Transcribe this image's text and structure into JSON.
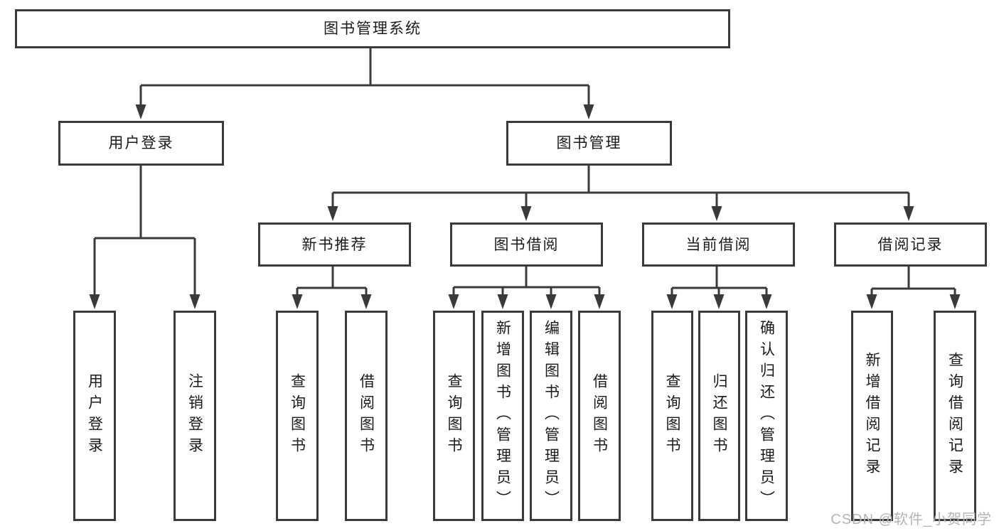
{
  "diagram": {
    "type": "hierarchy",
    "colors": {
      "line": "#3a3a3a",
      "text": "#1a1a1a",
      "background": "#ffffff",
      "watermark": "#b4b4b4"
    }
  },
  "tree": {
    "label": "图书管理系统",
    "children": [
      {
        "label": "用户登录",
        "children": [
          {
            "label": "用户登录"
          },
          {
            "label": "注销登录"
          }
        ]
      },
      {
        "label": "图书管理",
        "children": [
          {
            "label": "新书推荐",
            "children": [
              {
                "label": "查询图书"
              },
              {
                "label": "借阅图书"
              }
            ]
          },
          {
            "label": "图书借阅",
            "children": [
              {
                "label": "查询图书"
              },
              {
                "label": "新增图书（管理员）"
              },
              {
                "label": "编辑图书（管理员）"
              },
              {
                "label": "借阅图书"
              }
            ]
          },
          {
            "label": "当前借阅",
            "children": [
              {
                "label": "查询图书"
              },
              {
                "label": "归还图书"
              },
              {
                "label": "确认归还（管理员）"
              }
            ]
          },
          {
            "label": "借阅记录",
            "children": [
              {
                "label": "新增借阅记录"
              },
              {
                "label": "查询借阅记录"
              }
            ]
          }
        ]
      }
    ]
  },
  "watermark": {
    "text": "CSDN @软件_小贺同学"
  }
}
